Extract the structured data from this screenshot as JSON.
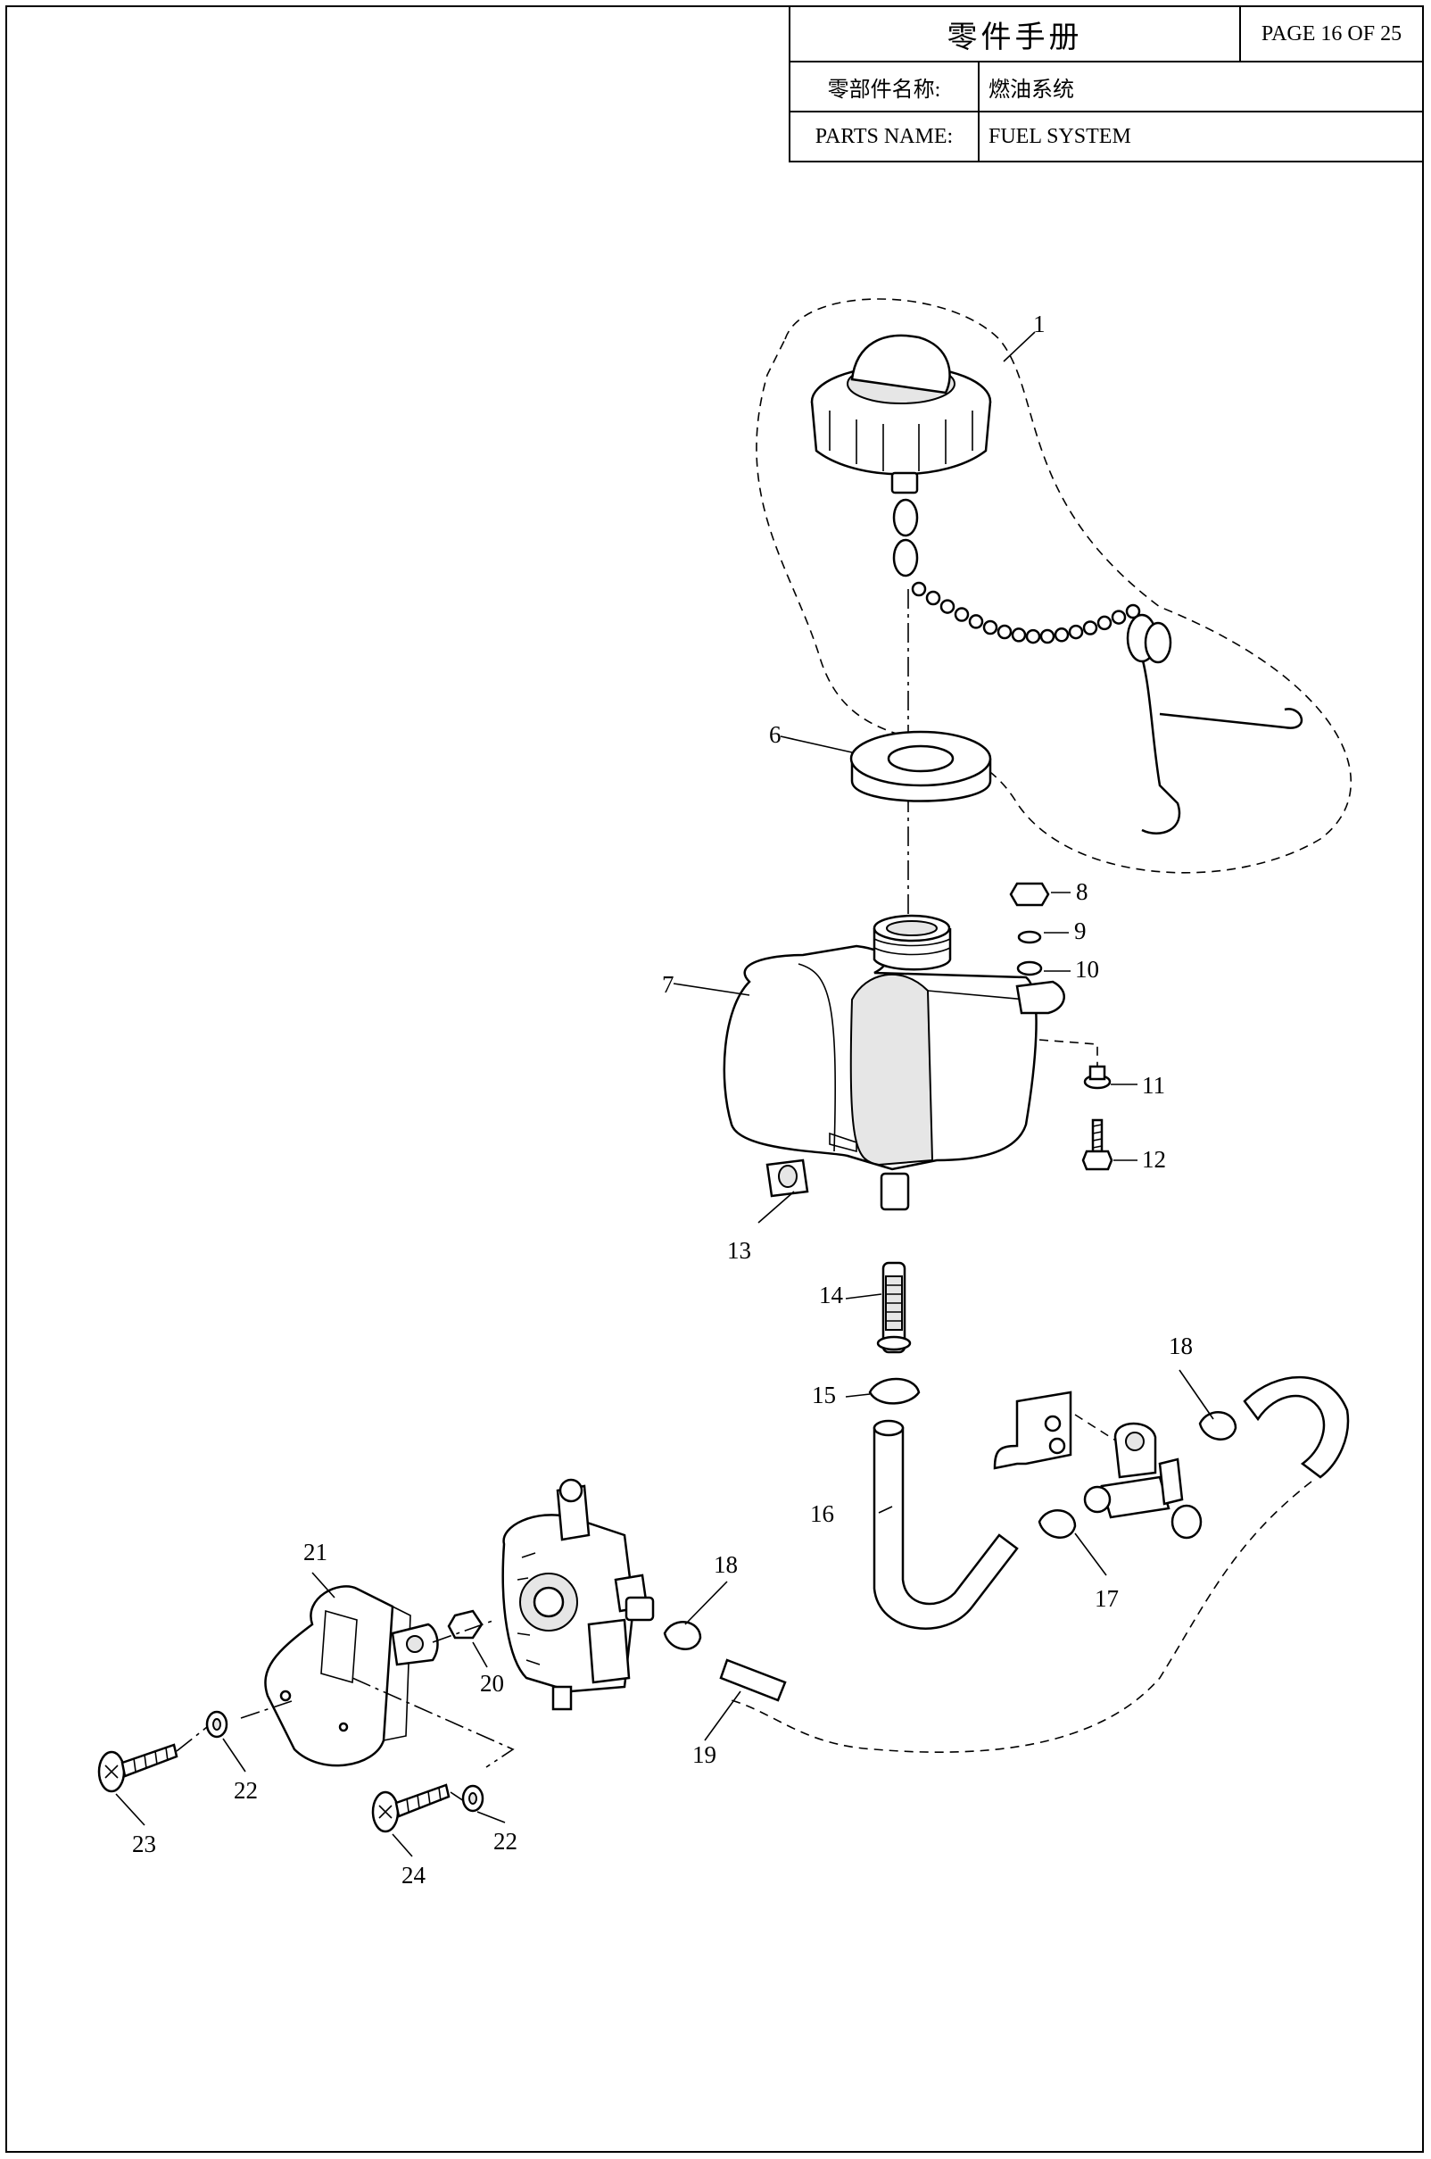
{
  "header": {
    "title": "零件手册",
    "page": "PAGE 16 OF 25",
    "parts_name_cn_label": "零部件名称:",
    "parts_name_cn_value": "燃油系统",
    "parts_name_label": "PARTS NAME:",
    "parts_name_value": "FUEL SYSTEM"
  },
  "callouts": [
    "1",
    "6",
    "8",
    "9",
    "10",
    "7",
    "11",
    "12",
    "13",
    "14",
    "15",
    "18",
    "16",
    "17",
    "21",
    "18",
    "20",
    "19",
    "22",
    "23",
    "24",
    "22"
  ]
}
